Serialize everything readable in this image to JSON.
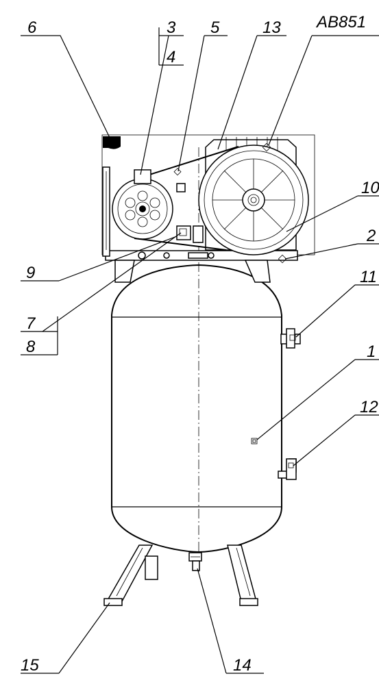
{
  "labels": {
    "c6": "6",
    "c3": "3",
    "c4": "4",
    "c5": "5",
    "c13": "13",
    "cAB": "AB851",
    "c10": "10",
    "c2": "2",
    "c9": "9",
    "c7": "7",
    "c8": "8",
    "c11": "11",
    "c1": "1",
    "c12": "12",
    "c15": "15",
    "c14": "14"
  }
}
